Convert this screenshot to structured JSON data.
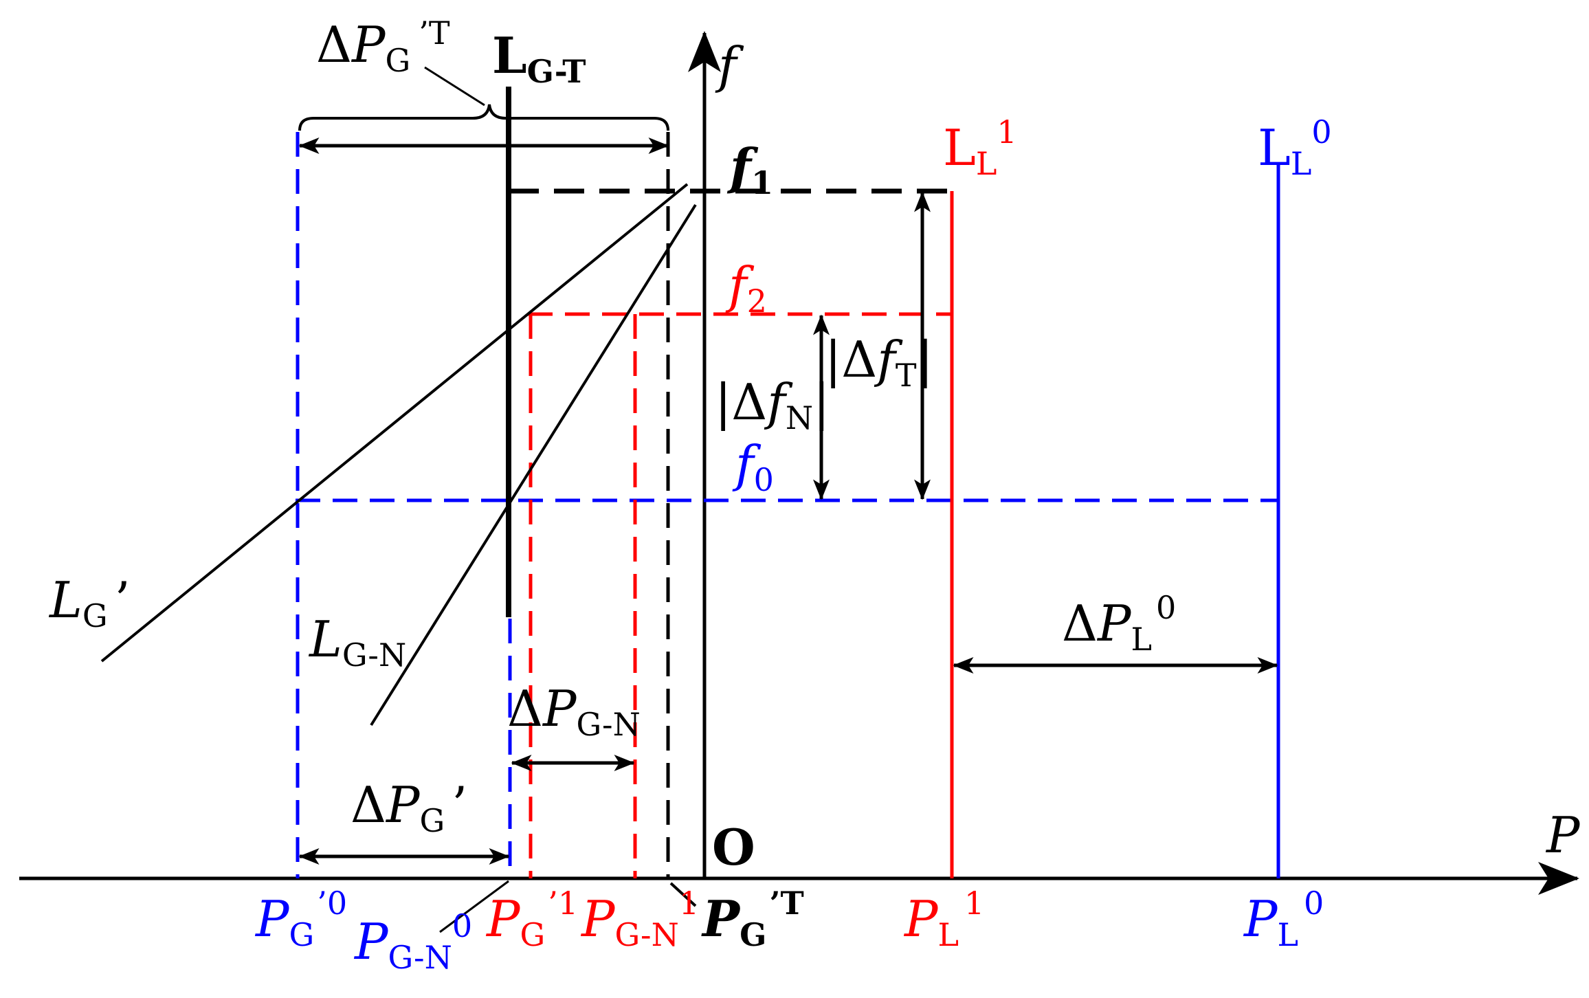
{
  "colors": {
    "black": "#000000",
    "red": "#ff0000",
    "blue": "#0000ff",
    "background": "#ffffff"
  },
  "axes": {
    "x_label": "P",
    "y_label": "f",
    "origin_label": "O"
  },
  "frequency_labels": {
    "f1": {
      "base": "f",
      "sub": "1",
      "color": "black"
    },
    "f2": {
      "base": "f",
      "sub": "2",
      "color": "red"
    },
    "f0": {
      "base": "f",
      "sub": "0",
      "color": "blue"
    }
  },
  "line_labels": {
    "L_GT": {
      "base": "L",
      "sub": "G-T"
    },
    "L_L1": {
      "base": "L",
      "sub": "L",
      "sup": "1",
      "color": "red"
    },
    "L_L0": {
      "base": "L",
      "sub": "L",
      "sup": "0",
      "color": "blue"
    },
    "L_G_prime": {
      "base": "L",
      "sub": "G",
      "tail": "’"
    },
    "L_GN": {
      "base": "L",
      "sub": "G-N"
    }
  },
  "delta_labels": {
    "dPG_T": {
      "delta": "Δ",
      "base": "P",
      "sub": "G",
      "sup": "’T"
    },
    "dPL0": {
      "delta": "Δ",
      "base": "P",
      "sub": "L",
      "sup": "0"
    },
    "dPGN": {
      "delta": "Δ",
      "base": "P",
      "sub": "G-N"
    },
    "dPG_prime": {
      "delta": "Δ",
      "base": "P",
      "sub": "G",
      "tail": "’"
    },
    "df_T": {
      "open": "|Δ",
      "base": "f",
      "sub": "T",
      "close": "|"
    },
    "df_N": {
      "open": "|Δ",
      "base": "f",
      "sub": "N",
      "close": "|"
    }
  },
  "p_axis_labels": {
    "PG0": {
      "base": "P",
      "sub": "G",
      "sup": "’0",
      "color": "blue"
    },
    "PGN0": {
      "base": "P",
      "sub": "G-N",
      "sup": "0",
      "color": "blue"
    },
    "PG1": {
      "base": "P",
      "sub": "G",
      "sup": "’1",
      "color": "red"
    },
    "PGN1": {
      "base": "P",
      "sub": "G-N",
      "sup": "1",
      "color": "red"
    },
    "PGT": {
      "base": "P",
      "sub": "G",
      "sup": "’T",
      "color": "black"
    },
    "PL1": {
      "base": "P",
      "sub": "L",
      "sup": "1",
      "color": "red"
    },
    "PL0": {
      "base": "P",
      "sub": "L",
      "sup": "0",
      "color": "blue"
    }
  }
}
